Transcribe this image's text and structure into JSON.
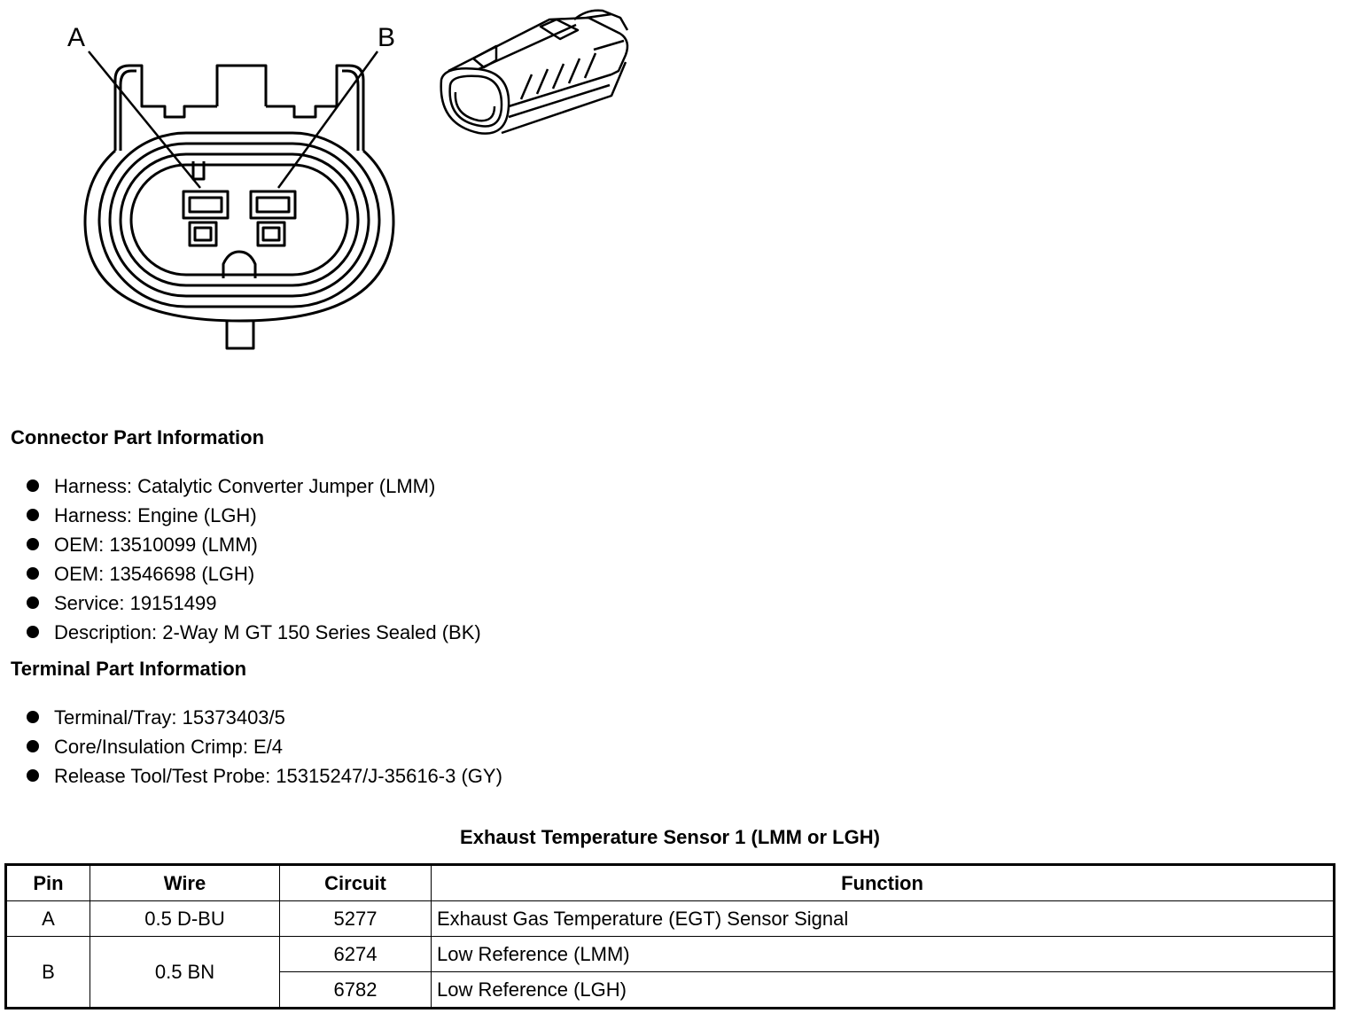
{
  "diagram": {
    "pin_a_label": "A",
    "pin_b_label": "B"
  },
  "connector_info": {
    "heading": "Connector Part Information",
    "items": [
      "Harness: Catalytic Converter Jumper (LMM)",
      "Harness: Engine (LGH)",
      "OEM: 13510099 (LMM)",
      "OEM: 13546698 (LGH)",
      "Service: 19151499",
      "Description: 2-Way M GT 150 Series Sealed (BK)"
    ]
  },
  "terminal_info": {
    "heading": "Terminal Part Information",
    "items": [
      "Terminal/Tray: 15373403/5",
      "Core/Insulation Crimp: E/4",
      "Release Tool/Test Probe: 15315247/J-35616-3 (GY)"
    ]
  },
  "pin_table": {
    "title": "Exhaust Temperature Sensor 1 (LMM or LGH)",
    "headers": [
      "Pin",
      "Wire",
      "Circuit",
      "Function"
    ],
    "rows": [
      {
        "pin": "A",
        "wire": "0.5 D-BU",
        "circuit": "5277",
        "function": "Exhaust Gas Temperature (EGT) Sensor Signal"
      },
      {
        "pin": "B",
        "wire": "0.5 BN",
        "circuit": "6274",
        "function": "Low Reference (LMM)"
      },
      {
        "circuit": "6782",
        "function": "Low Reference (LGH)"
      }
    ]
  }
}
